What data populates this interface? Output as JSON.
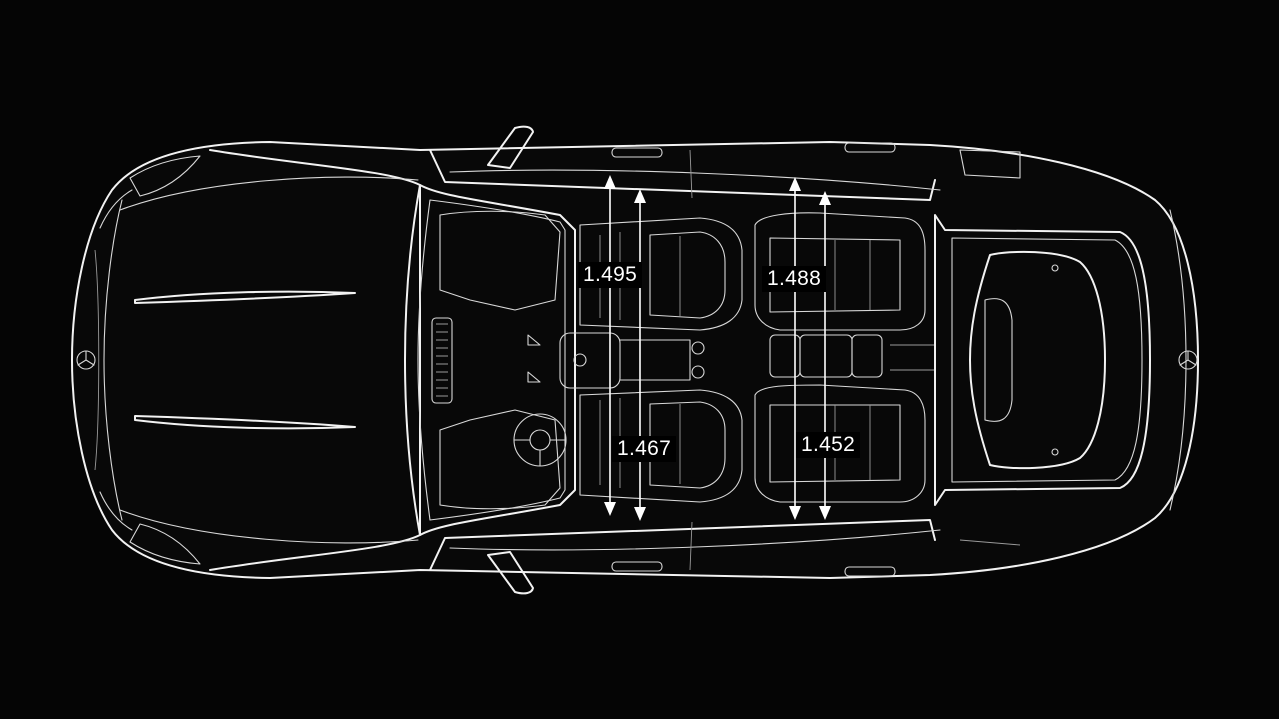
{
  "diagram": {
    "colors": {
      "background": "#050505",
      "line": "#f2f2f2",
      "label_bg": "#000000",
      "label_text": "#ffffff"
    },
    "measurements": [
      {
        "id": "front-left",
        "value": "1.495"
      },
      {
        "id": "rear-left",
        "value": "1.488"
      },
      {
        "id": "front-right",
        "value": "1.467"
      },
      {
        "id": "rear-right",
        "value": "1.452"
      }
    ],
    "icons": [
      "mercedes-star-front-icon",
      "mercedes-star-rear-icon",
      "dimension-arrow-icon"
    ]
  }
}
